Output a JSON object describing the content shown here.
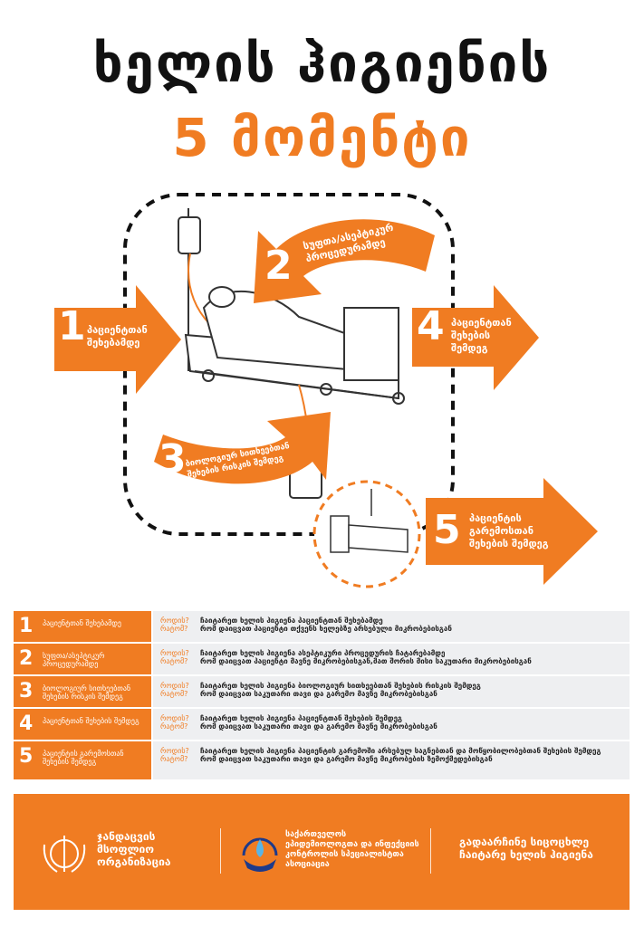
{
  "title": {
    "line1": "ხელის ჰიგიენის",
    "line2": "5 მომენტი"
  },
  "moments": [
    {
      "num": "1",
      "label": "პაციენტთან შეხებამდე"
    },
    {
      "num": "2",
      "label": "სუფთა/ასეპტიკურ პროცედურამდე"
    },
    {
      "num": "3",
      "label": "ბიოლოგიურ სითხეებთან შეხების რისკის შემდეგ"
    },
    {
      "num": "4",
      "label": "პაციენტთან შეხების შემდეგ"
    },
    {
      "num": "5",
      "label": "პაციენტის გარემოსთან შეხების შემდეგ"
    }
  ],
  "table": {
    "when_label": "როდის?",
    "why_label": "რატომ?",
    "rows": [
      {
        "num": "1",
        "label": "პაციენტთან შეხებამდე",
        "when": "ჩაიტარეთ ხელის ჰიგიენა პაციენტთან შეხებამდე",
        "why": "რომ დაიცვათ პაციენტი თქვენს ხელებზე არსებული მიკრობებისგან"
      },
      {
        "num": "2",
        "label": "სუფთა/ასეპტიკურ პროცედურამდე",
        "when": "ჩაიტარეთ ხელის ჰიგიენა ასეპტიკური პროცედურის ჩატარებამდე",
        "why": "რომ დაიცვათ პაციენტი მავნე მიკრობებისგან,მათ შორის მისი საკუთარი მიკრობებისგან"
      },
      {
        "num": "3",
        "label": "ბიოლოგიურ სითხეებთან შეხების რისკის შემდეგ",
        "when": "ჩაიტარეთ ხელის ჰიგიენა ბიოლოგიურ სითხეებთან შეხების რისკის შემდეგ",
        "why": "რომ დაიცვათ საკუთარი თავი და გარემო მავნე მიკრობებისგან"
      },
      {
        "num": "4",
        "label": "პაციენტთან შეხების შემდეგ",
        "when": "ჩაიტარეთ ხელის ჰიგიენა პაციენტთან შეხების შემდეგ",
        "why": "რომ დაიცვათ საკუთარი თავი და გარემო მავნე მიკრობებისგან"
      },
      {
        "num": "5",
        "label": "პაციენტის გარემოსთან შეხების შემდეგ",
        "when": "ჩაიტარეთ ხელის ჰიგიენა პაციენტის გარემოში არსებულ საგნებთან და მოწყობილობებთან შეხების შემდეგ",
        "why": "რომ დაიცვათ საკუთარი თავი და გარემო მავნე მიკრობების ზემოქმედებისგან"
      }
    ]
  },
  "footer": {
    "who": "ჯანდაცვის მსოფლიო ორგანიზაცია",
    "assoc": "საქართველოს ეპიდემიოლოგთა და ინფექციის კონტროლის სპეციალისტთა ასოციაცია",
    "slogan": "გადაარჩინე სიცოცხლე ჩაიტარე ხელის ჰიგიენა"
  },
  "colors": {
    "accent": "#f07c22",
    "table_bg": "#eeeff1"
  }
}
